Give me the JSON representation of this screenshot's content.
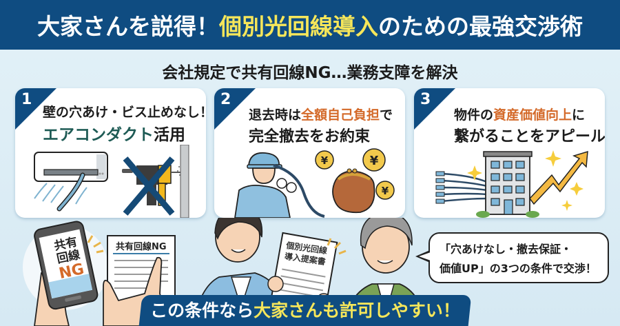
{
  "header": {
    "title_part1": "大家さんを説得！",
    "title_highlight": "個別光回線導入",
    "title_part2": "のための最強交渉術"
  },
  "subtitle": "会社規定で共有回線NG…業務支障を解決",
  "cards": [
    {
      "number": "1",
      "line1": "壁の穴あけ・ビス止めなし！",
      "line2_highlight": "エアコンダクト",
      "line2_rest": "活用",
      "illustration": [
        "air-conditioner-icon",
        "drill-crossed-out-icon",
        "wall-icon"
      ]
    },
    {
      "number": "2",
      "line1_pre": "退去時は",
      "line1_highlight": "全額自己負担",
      "line1_post": "で",
      "line2": "完全撤去をお約束",
      "illustration": [
        "worker-icon",
        "cable-icon",
        "coin-purse-icon",
        "yen-coin-icon"
      ],
      "yen_symbol": "¥"
    },
    {
      "number": "3",
      "line1_pre": "物件の",
      "line1_highlight": "資産価値向上",
      "line1_post": "に",
      "line2": "繋がることをアピール",
      "illustration": [
        "cables-icon",
        "building-icon",
        "rising-arrow-icon",
        "sparkle-icon"
      ]
    }
  ],
  "scene": {
    "phone_text_line1": "共有",
    "phone_text_line2": "回線",
    "phone_text_line3": "NG",
    "document_title": "共有回線NG",
    "proposal_line1": "個別光回線",
    "proposal_line2": "導入提案書",
    "speech_bubble_line1": "「穴あけなし・撤去保証・",
    "speech_bubble_line2": "価値UP」の3つの条件で交渉！"
  },
  "footer": {
    "text_pre": "この条件なら",
    "text_highlight": "大家さんも許可しやすい！"
  },
  "colors": {
    "navy": "#0f4c81",
    "yellow_highlight": "#f6e65a",
    "orange_highlight": "#d46a2a",
    "teal_highlight": "#1e5b55",
    "background": "#dcedf5"
  }
}
